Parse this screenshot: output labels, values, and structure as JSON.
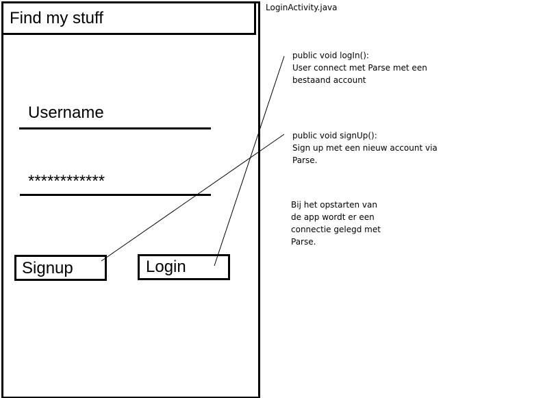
{
  "app": {
    "title": "Find my stuff"
  },
  "form": {
    "username_label": "Username",
    "password_value": "************",
    "signup_label": "Signup",
    "login_label": "Login"
  },
  "annotations": {
    "file_name": "LoginActivity.java",
    "login_note": [
      "public void logIn():",
      "User connect met Parse met een",
      "bestaand account"
    ],
    "signup_note": [
      "public void signUp():",
      "Sign up met een nieuw account via",
      "Parse."
    ],
    "startup_note": [
      "Bij het opstarten van",
      "de app wordt er een",
      "connectie gelegd met",
      "Parse."
    ]
  }
}
